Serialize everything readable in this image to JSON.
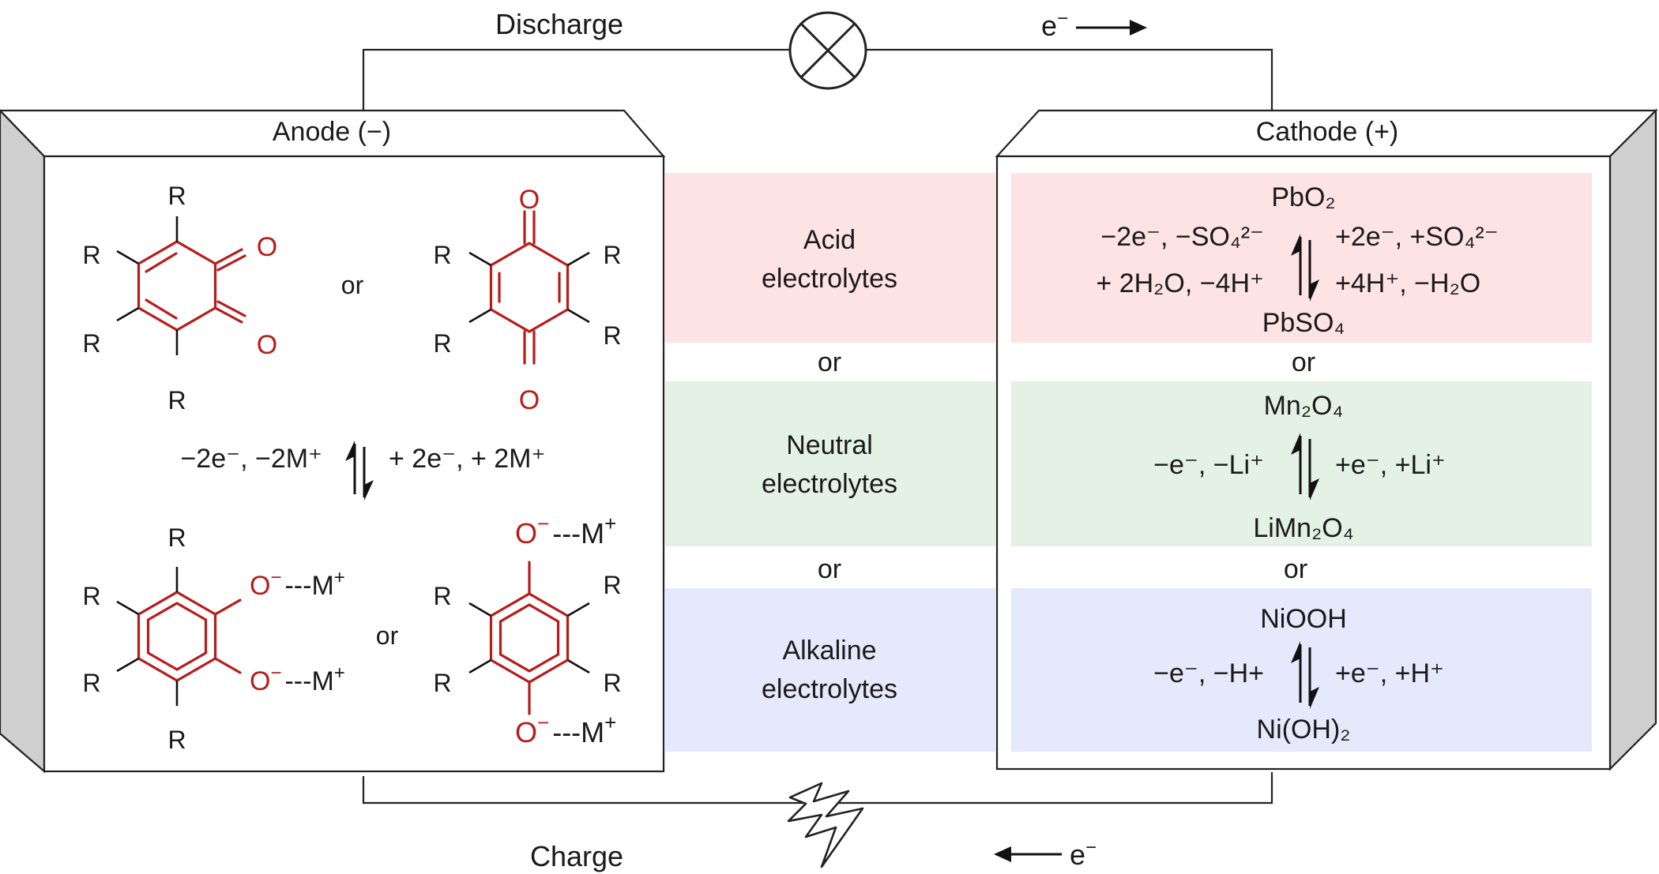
{
  "circuit": {
    "discharge_label": "Discharge",
    "charge_label": "Charge",
    "electron_symbol": "e",
    "electron_charge": "−",
    "lamp_icon": "lamp-icon",
    "lightning_icon": "lightning-icon"
  },
  "anode": {
    "title": "Anode (−)",
    "substituent": "R",
    "oxygen": "O",
    "anion_charge": "−",
    "counter_ion": "M",
    "counter_charge": "+",
    "or_label": "or",
    "reaction_left": "−2e⁻, −2M⁺",
    "reaction_right": "+ 2e⁻, + 2M⁺"
  },
  "electrolytes": {
    "or_label": "or",
    "acid": {
      "line1": "Acid",
      "line2": "electrolytes",
      "color": "#fde3e4"
    },
    "neutral": {
      "line1": "Neutral",
      "line2": "electrolytes",
      "color": "#e4f1e5"
    },
    "alkaline": {
      "line1": "Alkaline",
      "line2": "electrolytes",
      "color": "#e6e8fb"
    }
  },
  "cathode": {
    "title": "Cathode (+)",
    "or_label": "or",
    "acid": {
      "top": "PbO₂",
      "left1": "−2e⁻, −SO₄²⁻",
      "left2": "+ 2H₂O, −4H⁺",
      "right1": "+2e⁻, +SO₄²⁻",
      "right2": "+4H⁺, −H₂O",
      "bottom": "PbSO₄"
    },
    "neutral": {
      "top": "Mn₂O₄",
      "left": "−e⁻, −Li⁺",
      "right": "+e⁻, +Li⁺",
      "bottom": "LiMn₂O₄"
    },
    "alkaline": {
      "top": "NiOOH",
      "left": "−e⁻, −H+",
      "right": "+e⁻, +H⁺",
      "bottom": "Ni(OH)₂"
    }
  }
}
